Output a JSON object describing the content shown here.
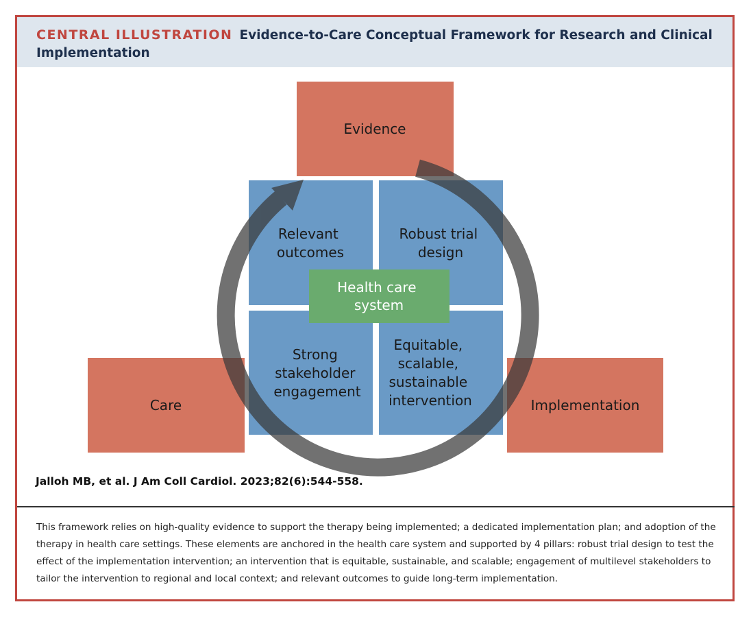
{
  "header": {
    "tag": "CENTRAL ILLUSTRATION",
    "title": "Evidence-to-Care Conceptual Framework for Research and Clinical Implementation"
  },
  "diagram": {
    "nodes": {
      "evidence": "Evidence",
      "care": "Care",
      "implementation": "Implementation"
    },
    "pillars": {
      "top_left": [
        "Relevant",
        "outcomes"
      ],
      "top_right": [
        "Robust trial",
        "design"
      ],
      "bottom_left": [
        "Strong",
        "stakeholder",
        "engagement"
      ],
      "bottom_right": [
        "Equitable,",
        "scalable,",
        "sustainable",
        "intervention"
      ]
    },
    "center": [
      "Health care",
      "system"
    ]
  },
  "colors": {
    "frame": "#c0463f",
    "header_bg": "#dee6ee",
    "header_title": "#1d2f4c",
    "node_fill": "#d47560",
    "pillar_fill": "#6a9ac6",
    "center_fill": "#6aab6e",
    "cycle_arrow": "#5a5a5a"
  },
  "citation": "Jalloh MB, et al. J Am Coll Cardiol. 2023;82(6):544-558.",
  "caption": "This framework relies on high-quality evidence to support the therapy being implemented; a dedicated implementation plan; and adoption of the therapy in health care settings. These elements are anchored in the health care system and supported by 4 pillars: robust trial design to test the effect of the implementation intervention; an intervention that is equitable, sustainable, and scalable; engagement of multilevel stakeholders to tailor the intervention to regional and local context; and relevant outcomes to guide long-term implementation."
}
